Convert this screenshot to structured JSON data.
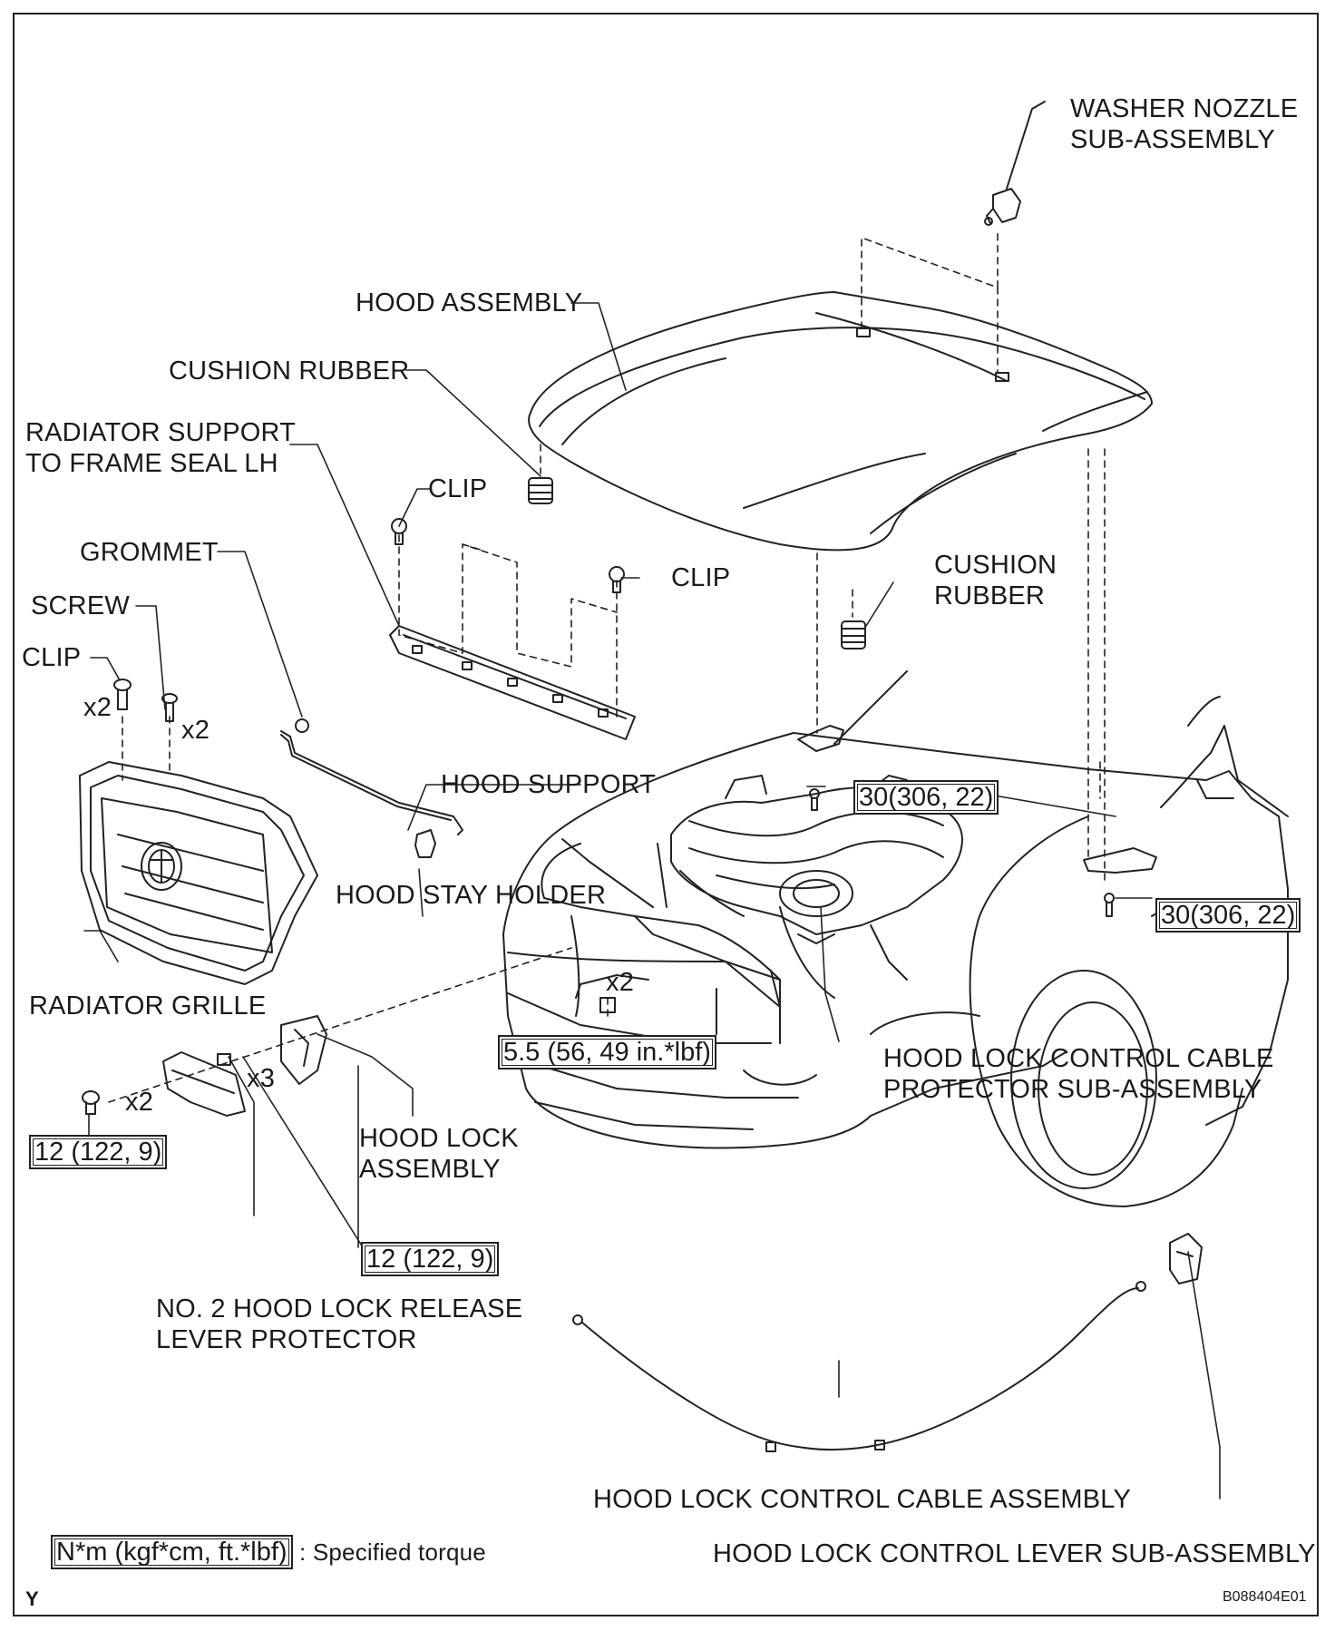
{
  "labels": {
    "washer_nozzle": [
      "WASHER NOZZLE",
      "SUB-ASSEMBLY"
    ],
    "hood_assembly": "HOOD ASSEMBLY",
    "cushion_rubber_top": "CUSHION RUBBER",
    "radiator_support_seal": [
      "RADIATOR SUPPORT",
      "TO FRAME SEAL LH"
    ],
    "clip_upper": "CLIP",
    "clip_mid": "CLIP",
    "clip_left": "CLIP",
    "grommet": "GROMMET",
    "screw": "SCREW",
    "cushion_rubber_right": [
      "CUSHION",
      "RUBBER"
    ],
    "x2_clip": "x2",
    "x2_screw": "x2",
    "hood_support": "HOOD SUPPORT",
    "hood_stay_holder": "HOOD STAY HOLDER",
    "radiator_grille": "RADIATOR GRILLE",
    "x2_center": "x2",
    "hood_lock_cable_protector": [
      "HOOD LOCK CONTROL CABLE",
      "PROTECTOR SUB-ASSEMBLY"
    ],
    "x2_lower": "x2",
    "x3": "x3",
    "hood_lock_assembly": [
      "HOOD LOCK",
      "ASSEMBLY"
    ],
    "no2_release_lever_protector": [
      "NO. 2 HOOD LOCK RELEASE",
      "LEVER PROTECTOR"
    ],
    "hood_lock_cable_assembly": "HOOD LOCK CONTROL CABLE ASSEMBLY",
    "hood_lock_lever": "HOOD LOCK CONTROL LEVER SUB-ASSEMBLY"
  },
  "torques": {
    "hinge_left": "30(306, 22)",
    "hinge_right": "30(306, 22)",
    "center": "5.5 (56, 49 in.*lbf)",
    "left_bolt": "12 (122, 9)",
    "lock_bolt": "12 (122, 9)"
  },
  "legend": {
    "unit": "N*m (kgf*cm, ft.*lbf)",
    "text": ": Specified torque"
  },
  "corner_mark": "Y",
  "figure_id": "B088404E01"
}
